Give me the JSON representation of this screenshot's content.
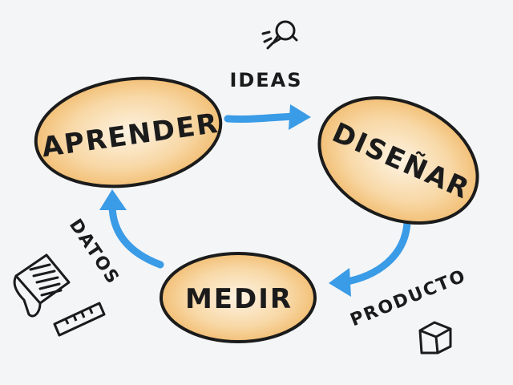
{
  "colors": {
    "background": "#f3f5f7",
    "node_fill": "#f6c98a",
    "node_glow": "#fbe6c6",
    "node_stroke": "#1b1b1b",
    "arrow": "#3a9be6",
    "ink": "#1b1b1b"
  },
  "nodes": {
    "aprender": "APRENDER",
    "disenar": "DISEÑAR",
    "medir": "MEDIR"
  },
  "labels": {
    "ideas": "IDEAS",
    "producto": "PRODUCTO",
    "datos": "DATOS"
  },
  "icons": {
    "ideas": "lightbulb-icon",
    "producto": "cube-icon",
    "datos": "document-icon",
    "ruler": "ruler-icon"
  }
}
